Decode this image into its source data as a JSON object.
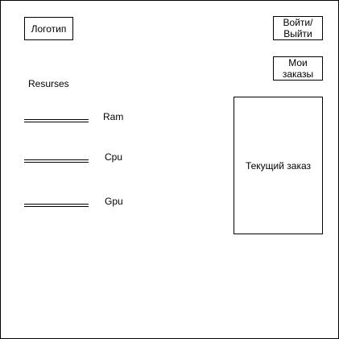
{
  "header": {
    "logo_label": "Логотип",
    "login_label": "Войти/\nВыйти",
    "orders_label": "Мои\nзаказы"
  },
  "resources": {
    "title": "Resurses",
    "items": [
      {
        "label": "Ram"
      },
      {
        "label": "Cpu"
      },
      {
        "label": "Gpu"
      }
    ]
  },
  "current_order": {
    "label": "Текущий заказ"
  }
}
